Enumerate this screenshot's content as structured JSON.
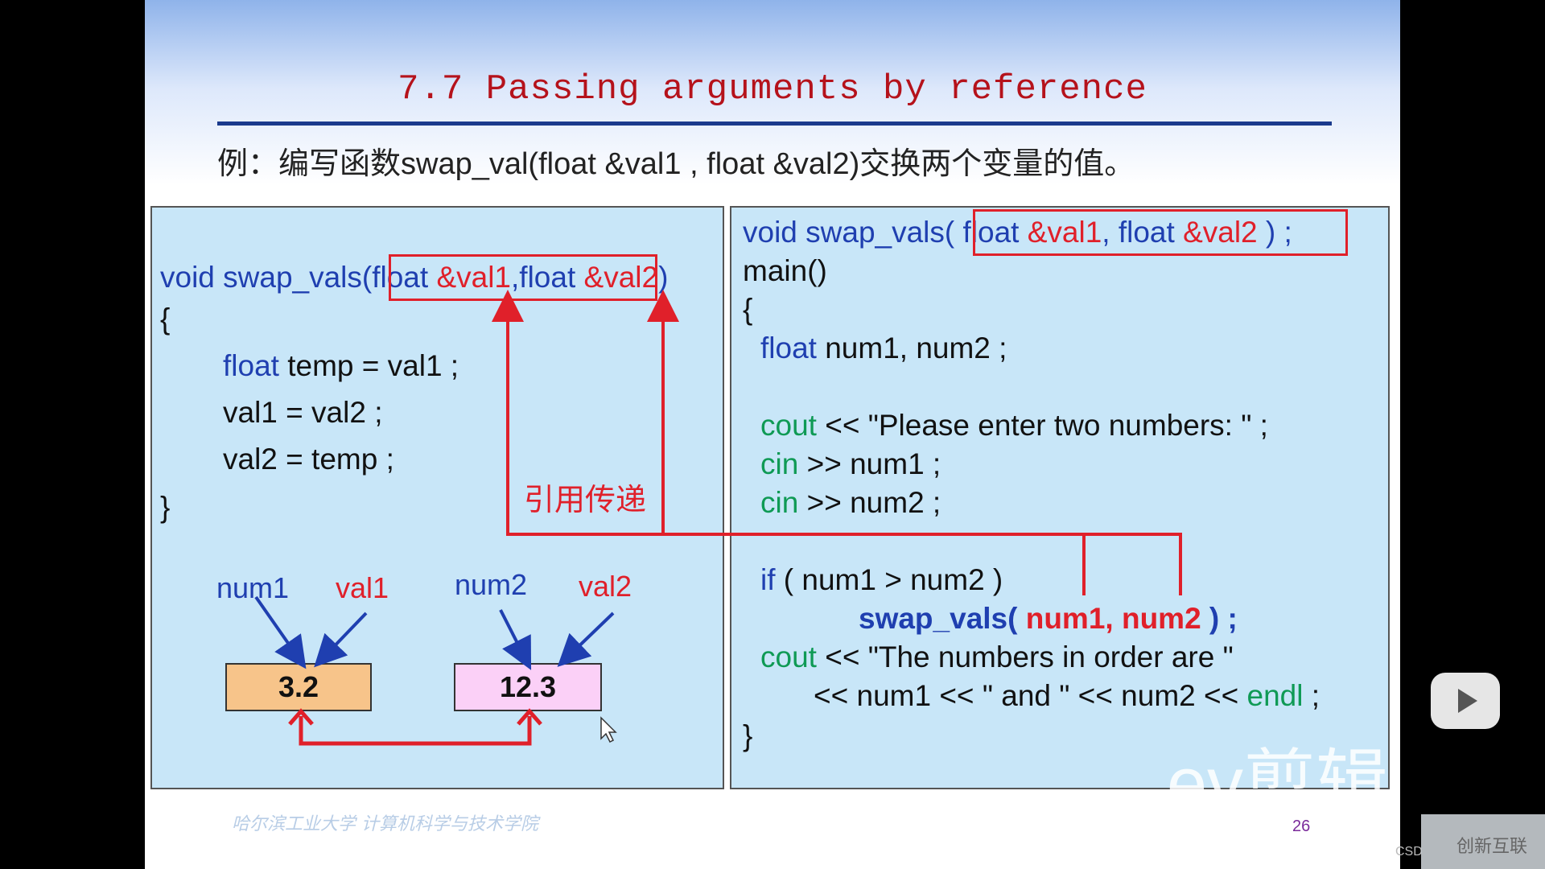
{
  "slide": {
    "title": "7.7 Passing arguments by reference",
    "subtitle": "例：编写函数swap_val(float &val1 , float &val2)交换两个变量的值。",
    "footer_school": "哈尔滨工业大学 计算机科学与技术学院",
    "page_number": "26"
  },
  "left_panel": {
    "line1_pre": "void swap_vals(",
    "line1_float1": "float ",
    "line1_ref1": "&val1",
    "line1_comma": ",",
    "line1_float2": "float ",
    "line1_ref2": "&val2",
    "line1_close": ")",
    "brace_open": "{",
    "line2_kw": "float",
    "line2_rest": " temp = val1 ;",
    "line3": "val1 = val2 ;",
    "line4": "val2 = temp ;",
    "brace_close": "}",
    "annotation": "引用传递",
    "labels": {
      "num1": "num1",
      "val1": "val1",
      "num2": "num2",
      "val2": "val2"
    },
    "box1_value": "3.2",
    "box2_value": "12.3"
  },
  "right_panel": {
    "proto_pre": "void swap_vals( ",
    "proto_float1": "float ",
    "proto_ref1": "&val1",
    "proto_comma": ", ",
    "proto_float2": "float ",
    "proto_ref2": "&val2",
    "proto_close": " ) ;",
    "main": "main()",
    "brace_open": "{",
    "decl_kw": "float",
    "decl_rest": " num1, num2 ;",
    "cout1_kw": "cout",
    "cout1_rest": " << \"Please enter two numbers: \" ;",
    "cin1_kw": "cin",
    "cin1_rest": " >> num1 ;",
    "cin2_kw": "cin",
    "cin2_rest": " >> num2 ;",
    "if_kw": "if",
    "if_rest": " ( num1 > num2 )",
    "call_fn": "swap_vals( ",
    "call_args": "num1, num2",
    "call_end": " ) ;",
    "cout2_kw": "cout",
    "cout2_rest": " << \"The numbers in order are \"",
    "cout3_rest": "<< num1 << \" and \" << num2 << ",
    "cout3_endl": "endl",
    "cout3_end": " ;",
    "brace_close": "}"
  },
  "overlay": {
    "ev_watermark": "ev剪辑",
    "corner_logo": "创新互联",
    "csd_text": "CSD"
  },
  "colors": {
    "keyword_blue": "#1f3fb0",
    "reference_red": "#e0202a",
    "io_green": "#0f9a55",
    "panel_bg": "#c8e6f8",
    "box1_bg": "#f7c48a",
    "box2_bg": "#fbd0f7"
  }
}
